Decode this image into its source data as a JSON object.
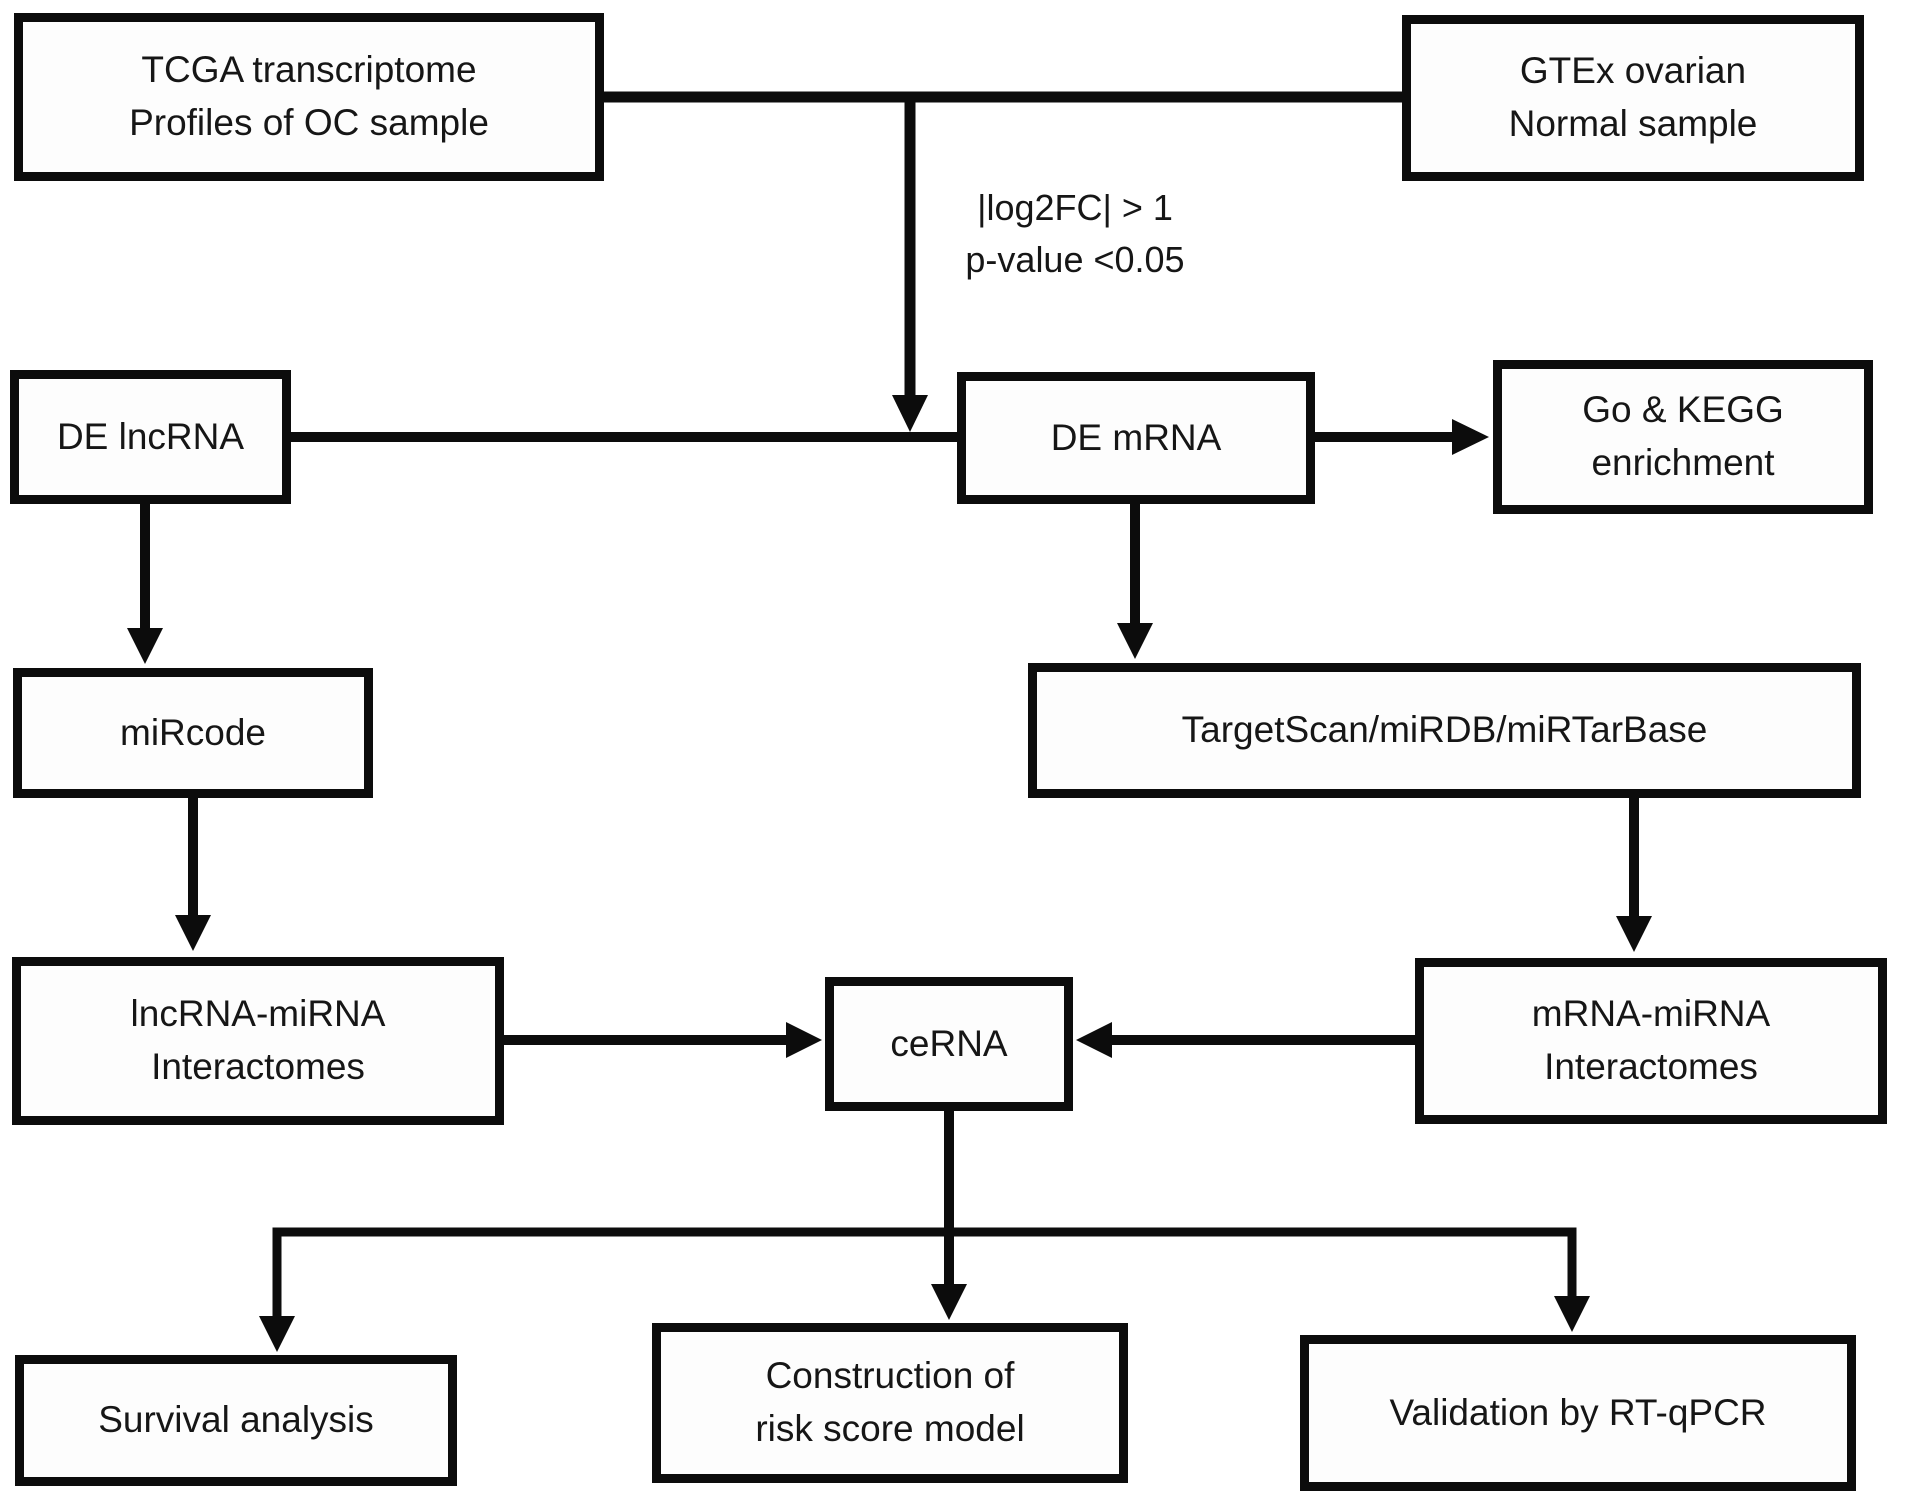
{
  "figure": {
    "title": "ceRNA network construction workflow flowchart",
    "background_color": "#ffffff",
    "line_color": "#0c0c0c",
    "text_color": "#161616",
    "box_fill_color": "#fdfdfd"
  },
  "nodes": {
    "tcga": {
      "line1": "TCGA transcriptome",
      "line2": "Profiles of OC sample"
    },
    "gtex": {
      "line1": "GTEx ovarian",
      "line2": "Normal sample"
    },
    "de_lncrna": {
      "line1": "DE lncRNA"
    },
    "de_mrna": {
      "line1": "DE mRNA"
    },
    "go_kegg": {
      "line1": "Go & KEGG",
      "line2": "enrichment"
    },
    "mircode": {
      "line1": "miRcode"
    },
    "targetscan": {
      "line1": "TargetScan/miRDB/miRTarBase"
    },
    "lncrna_mirna": {
      "line1": "lncRNA-miRNA",
      "line2": "Interactomes"
    },
    "cerna": {
      "line1": "ceRNA"
    },
    "mrna_mirna": {
      "line1": "mRNA-miRNA",
      "line2": "Interactomes"
    },
    "survival": {
      "line1": "Survival analysis"
    },
    "construction": {
      "line1": "Construction of",
      "line2": "risk score model"
    },
    "validation": {
      "line1": "Validation by RT-qPCR"
    }
  },
  "annotations": {
    "filter_criteria": {
      "line1": "|log2FC| > 1",
      "line2": "p-value <0.05"
    }
  }
}
